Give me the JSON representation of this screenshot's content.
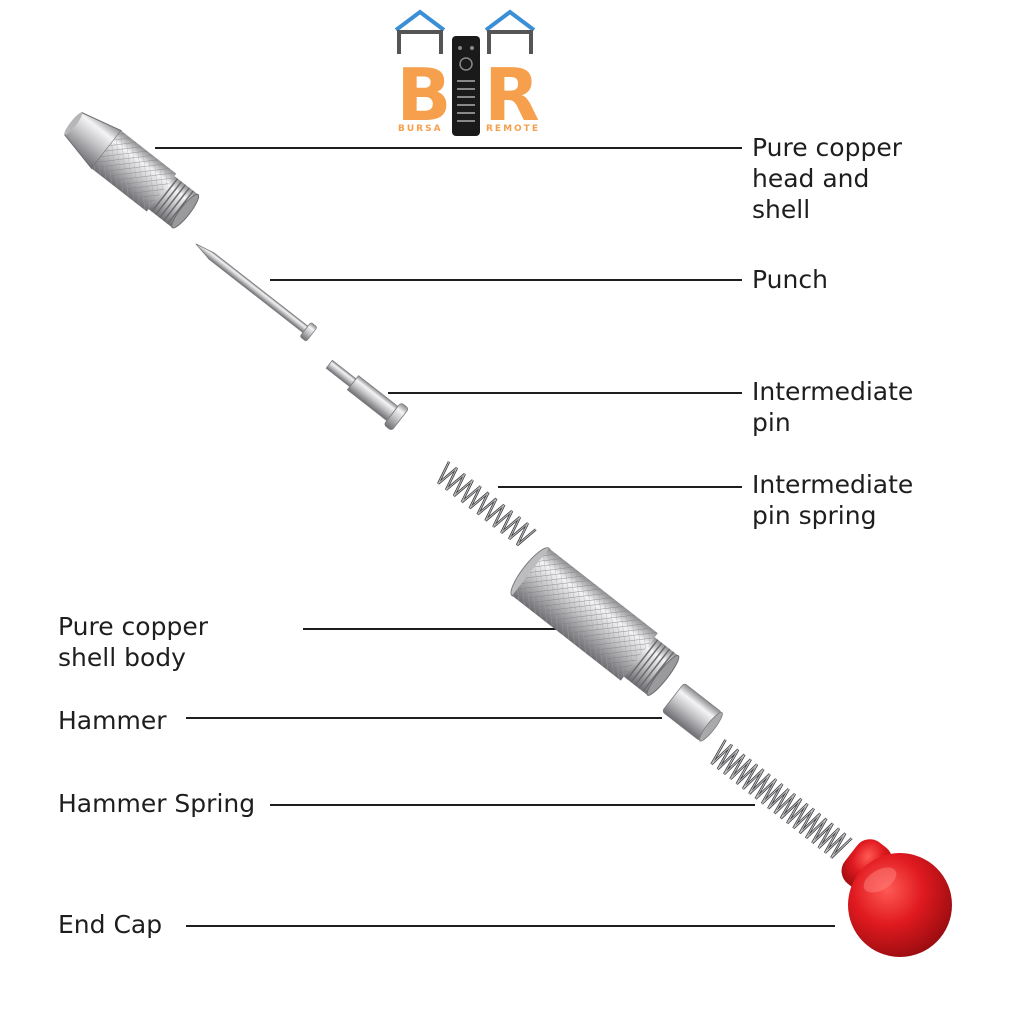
{
  "logo": {
    "letters_left": "B",
    "letters_right": "R",
    "left_word": "BURSA",
    "right_word": "REMOTE",
    "color_orange": "#f6a04d",
    "color_blue": "#3b8fd6"
  },
  "labels": {
    "head_and_shell": "Pure copper\nhead and\nshell",
    "punch": "Punch",
    "intermediate_pin": "Intermediate\npin",
    "intermediate_pin_spring": "Intermediate\npin spring",
    "shell_body": "Pure copper\nshell body",
    "hammer": "Hammer",
    "hammer_spring": "Hammer Spring",
    "end_cap": "End Cap"
  },
  "colors": {
    "metal": "#c9c9cb",
    "end_cap": "#d8151b",
    "leader_line": "#1e1e1e"
  }
}
